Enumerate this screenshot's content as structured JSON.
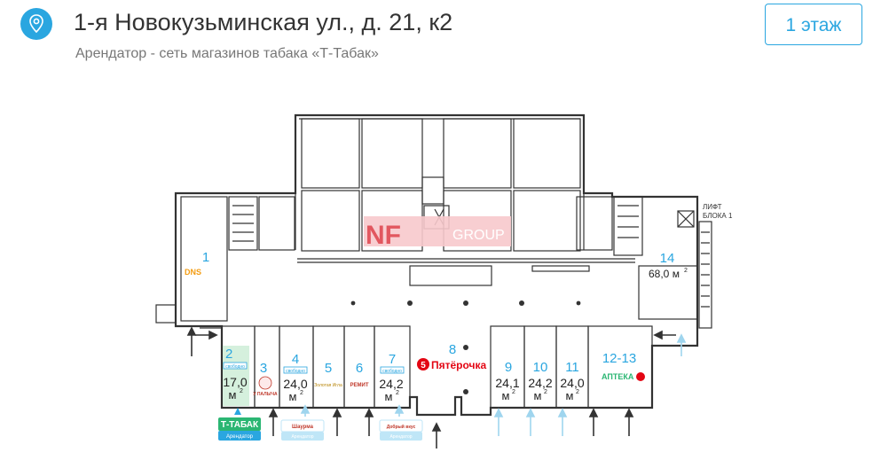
{
  "header": {
    "title": "1-я Новокузьминская ул., д. 21, к2",
    "subtitle": "Арендатор - сеть магазинов табака «Т-Табак»",
    "floor_button": "1 этаж",
    "location_icon": "map-pin-icon"
  },
  "watermark": {
    "brand": "NF",
    "suffix": "GROUP"
  },
  "colors": {
    "accent": "#2aa6e0",
    "ttabak_green": "#2bb673",
    "tenant_blue": "#bfe6f7",
    "highlight": "#d5f0dd"
  },
  "plan": {
    "lift_label_line1": "ЛИФТ",
    "lift_label_line2": "БЛОКА 1",
    "free_label": "свободно",
    "tenant_label": "Арендатор",
    "units": [
      {
        "number": "1",
        "logo": "DNS"
      },
      {
        "number": "2",
        "area": "17,0",
        "unit": "м",
        "sup": "2",
        "status": "свободно"
      },
      {
        "number": "3",
        "logo": "У ПАЛЫЧА"
      },
      {
        "number": "4",
        "area": "24,0",
        "unit": "м",
        "sup": "2",
        "status": "свободно"
      },
      {
        "number": "5",
        "logo": "Золотая Игла"
      },
      {
        "number": "6",
        "logo": "РЕМИТ"
      },
      {
        "number": "7",
        "area": "24,2",
        "unit": "м",
        "sup": "2",
        "status": "свободно"
      },
      {
        "number": "8",
        "logo": "Пятёрочка"
      },
      {
        "number": "9",
        "area": "24,1",
        "unit": "м",
        "sup": "2"
      },
      {
        "number": "10",
        "area": "24,2",
        "unit": "м",
        "sup": "2"
      },
      {
        "number": "11",
        "area": "24,0",
        "unit": "м",
        "sup": "2"
      },
      {
        "number": "12-13",
        "logo": "АПТЕКА"
      },
      {
        "number": "14",
        "area": "68,0 м",
        "sup": "2"
      }
    ],
    "tags": [
      {
        "name": "Т-ТАБАК",
        "label": "Арендатор"
      },
      {
        "name": "Шаурма",
        "label": "Арендатор"
      },
      {
        "name": "Добрый вкус",
        "label": "Арендатор"
      }
    ]
  }
}
